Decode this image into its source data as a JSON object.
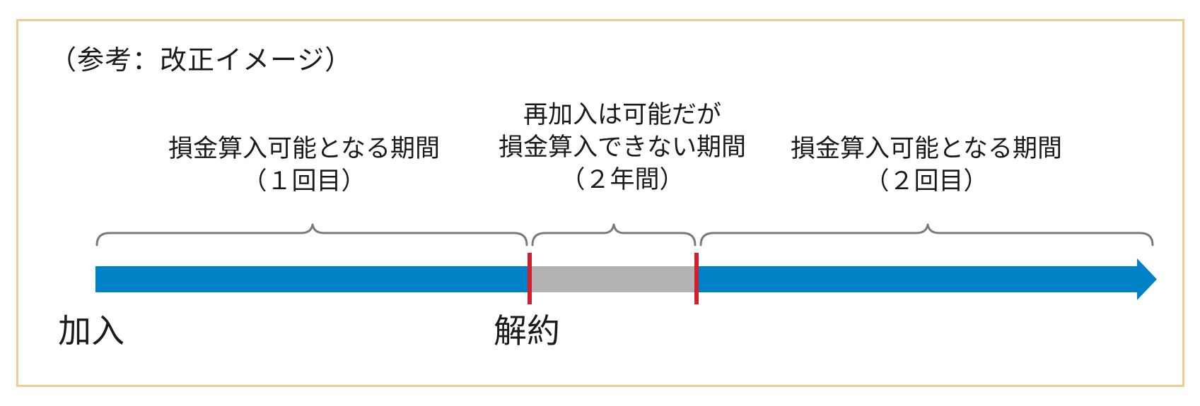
{
  "caption": "（参考：改正イメージ）",
  "periods": [
    {
      "line1": "損金算入可能となる期間",
      "line2": "（１回目）"
    },
    {
      "line0": "再加入は可能だが",
      "line1": "損金算入できない期間",
      "line2": "（２年間）"
    },
    {
      "line1": "損金算入可能となる期間",
      "line2": "（２回目）"
    }
  ],
  "markers": {
    "start": "加入",
    "cancel": "解約"
  },
  "colors": {
    "frame_border": "#f2cb8d",
    "active_bar": "#0082c9",
    "inactive_bar": "#b3b3b5",
    "marker_line": "#d0202e",
    "brace": "#7a7a7a"
  }
}
